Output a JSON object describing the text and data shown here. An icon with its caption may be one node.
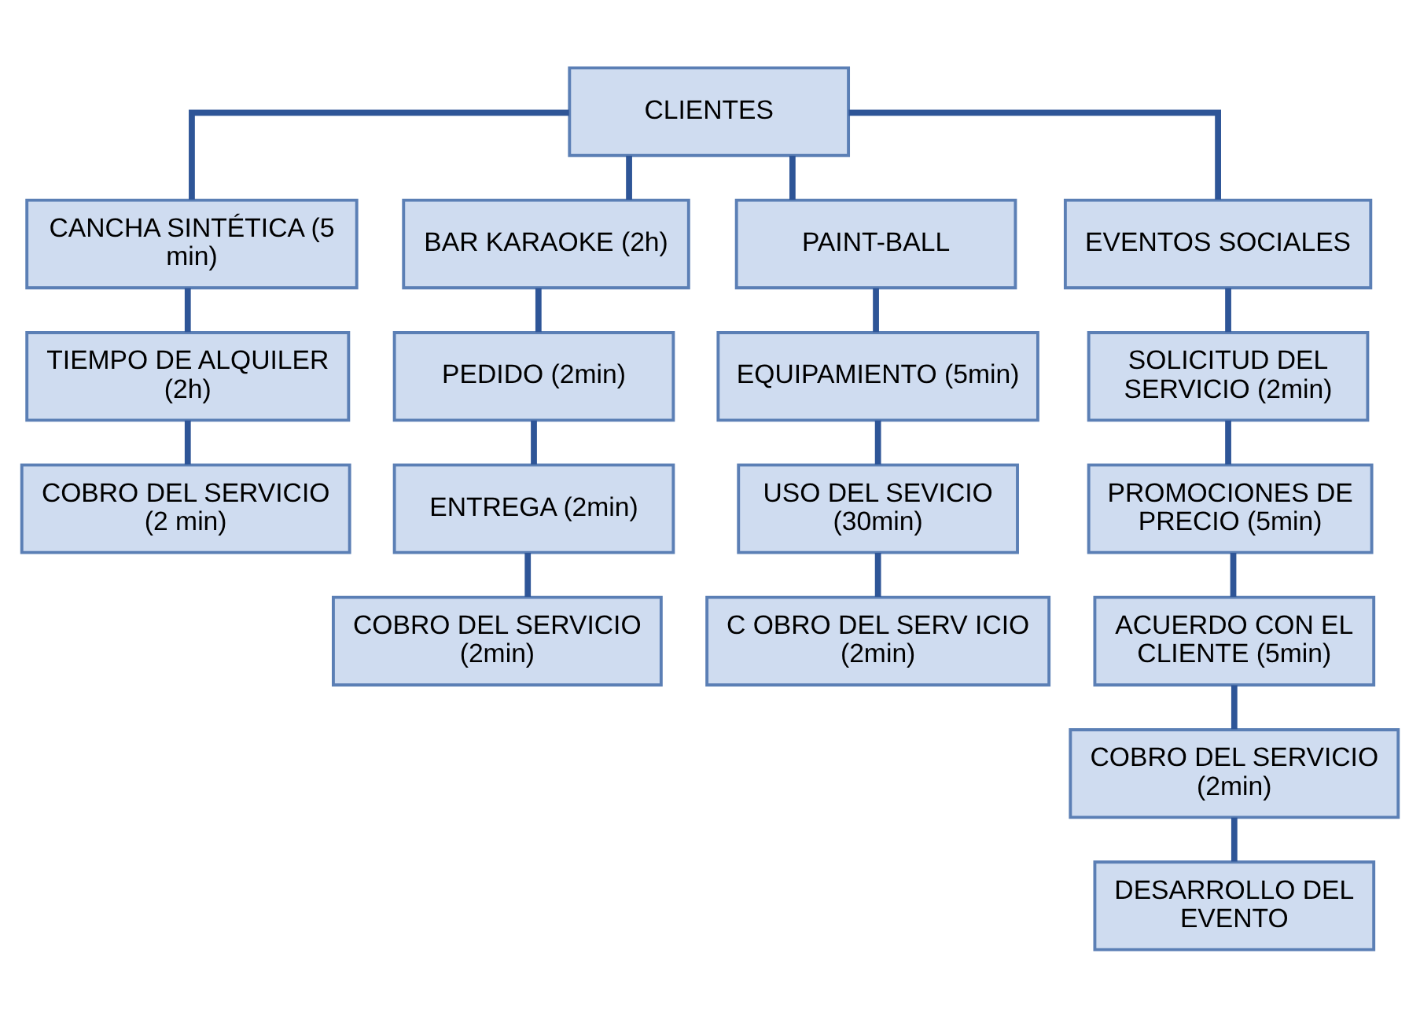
{
  "diagram": {
    "nodes": [
      {
        "text": [
          "CLIENTES"
        ]
      },
      {
        "text": [
          "CANCHA SINTÉTICA (5 min)"
        ]
      },
      {
        "text": [
          "TIEMPO DE ALQUILER (2h)"
        ]
      },
      {
        "text": [
          "COBRO DEL SERVICIO (2 min)"
        ]
      },
      {
        "text": [
          "BAR KARAOKE (2h)"
        ]
      },
      {
        "text": [
          "PEDIDO (2min)"
        ]
      },
      {
        "text": [
          "ENTREGA (2min)"
        ]
      },
      {
        "text": [
          "COBRO DEL SERVICIO (2min)"
        ]
      },
      {
        "text": [
          "PAINT-BALL"
        ]
      },
      {
        "text": [
          "EQUIPAMIENTO (5min)"
        ]
      },
      {
        "text": [
          "USO DEL SEVICIO (30min)"
        ]
      },
      {
        "text": [
          "C OBRO DEL SERV ICIO (2min)"
        ]
      },
      {
        "text": [
          "EVENTOS SOCIALES"
        ]
      },
      {
        "text": [
          "SOLICITUD DEL SERVICIO (2min)"
        ]
      },
      {
        "text": [
          "PROMOCIONES DE PRECIO (5min)"
        ]
      },
      {
        "text": [
          "ACUERDO CON EL CLIENTE (5min)"
        ]
      },
      {
        "text": [
          "COBRO DEL SERVICIO (2min)"
        ]
      },
      {
        "text": [
          "DESARROLLO DEL EVENTO"
        ]
      }
    ],
    "edges": [
      {
        "from": 0,
        "to": 1,
        "arrow": "none"
      },
      {
        "from": 0,
        "to": 4,
        "arrow": "none"
      },
      {
        "from": 0,
        "to": 8,
        "arrow": "none"
      },
      {
        "from": 0,
        "to": 12,
        "arrow": "none"
      },
      {
        "from": 1,
        "to": 2,
        "arrow": "none"
      },
      {
        "from": 2,
        "to": 3,
        "arrow": "none"
      },
      {
        "from": 4,
        "to": 5,
        "arrow": "none"
      },
      {
        "from": 5,
        "to": 6,
        "arrow": "none"
      },
      {
        "from": 6,
        "to": 7,
        "arrow": "none"
      },
      {
        "from": 8,
        "to": 9,
        "arrow": "none"
      },
      {
        "from": 9,
        "to": 10,
        "arrow": "none"
      },
      {
        "from": 10,
        "to": 11,
        "arrow": "none"
      },
      {
        "from": 12,
        "to": 13,
        "arrow": "none"
      },
      {
        "from": 13,
        "to": 14,
        "arrow": "none"
      },
      {
        "from": 14,
        "to": 15,
        "arrow": "none"
      },
      {
        "from": 15,
        "to": 16,
        "arrow": "none"
      },
      {
        "from": 16,
        "to": 17,
        "arrow": "none"
      }
    ]
  }
}
